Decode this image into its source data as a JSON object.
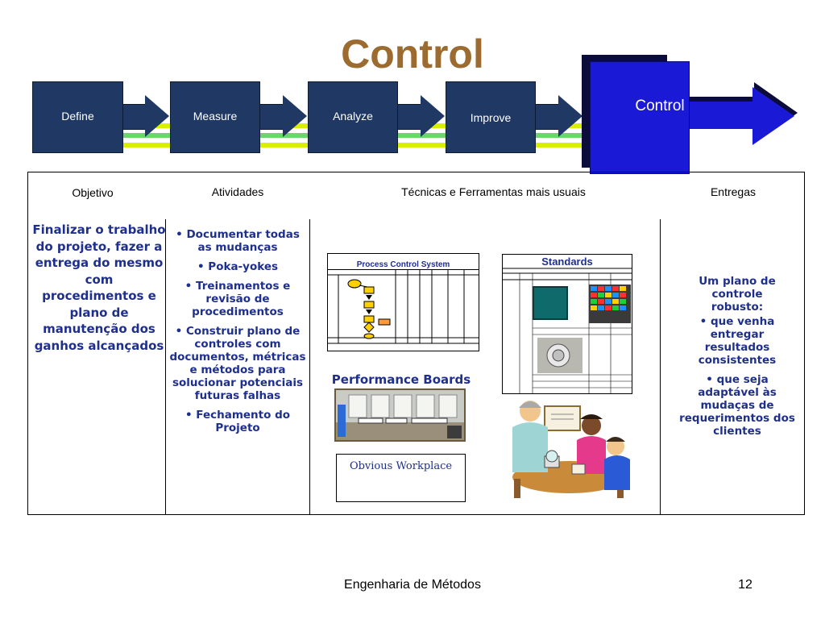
{
  "slide": {
    "title": "Control",
    "footer_text": "Engenharia de Métodos",
    "page_number": "12"
  },
  "phases": [
    {
      "label": "Define"
    },
    {
      "label": "Measure"
    },
    {
      "label": "Analyze"
    },
    {
      "label": "Improve"
    },
    {
      "label": "Control"
    }
  ],
  "table": {
    "headers": {
      "objective": "Objetivo",
      "activities": "Atividades",
      "techniques": "Técnicas e Ferramentas mais usuais",
      "deliverables": "Entregas"
    },
    "objective_text": "Finalizar o trabalho do projeto, fazer a entrega do mesmo com procedimentos e plano de manutenção dos ganhos alcançados",
    "activities": [
      "Documentar todas as mudanças",
      "Poka-yokes",
      "Treinamentos e revisão de procedimentos",
      "Construir plano de controles com documentos, métricas e métodos para solucionar potenciais futuras falhas",
      "Fechamento do Projeto"
    ],
    "techniques": {
      "process_control": "Process Control System",
      "standards": "Standards",
      "performance_boards": "Performance Boards",
      "obvious_workplace": "Obvious Workplace"
    },
    "deliverables": {
      "intro": "Um plano de controle robusto:",
      "items": [
        "que venha entregar resultados consistentes",
        "que seja adaptável às mudaças de requerimentos dos clientes"
      ]
    }
  },
  "colors": {
    "title": "#9b6b2f",
    "phase_box": "#1f3864",
    "active_phase": "#1a1ad6",
    "body_text": "#1f2f8c",
    "rail_yellow": "#d8f000",
    "rail_green": "#6bd66b"
  }
}
